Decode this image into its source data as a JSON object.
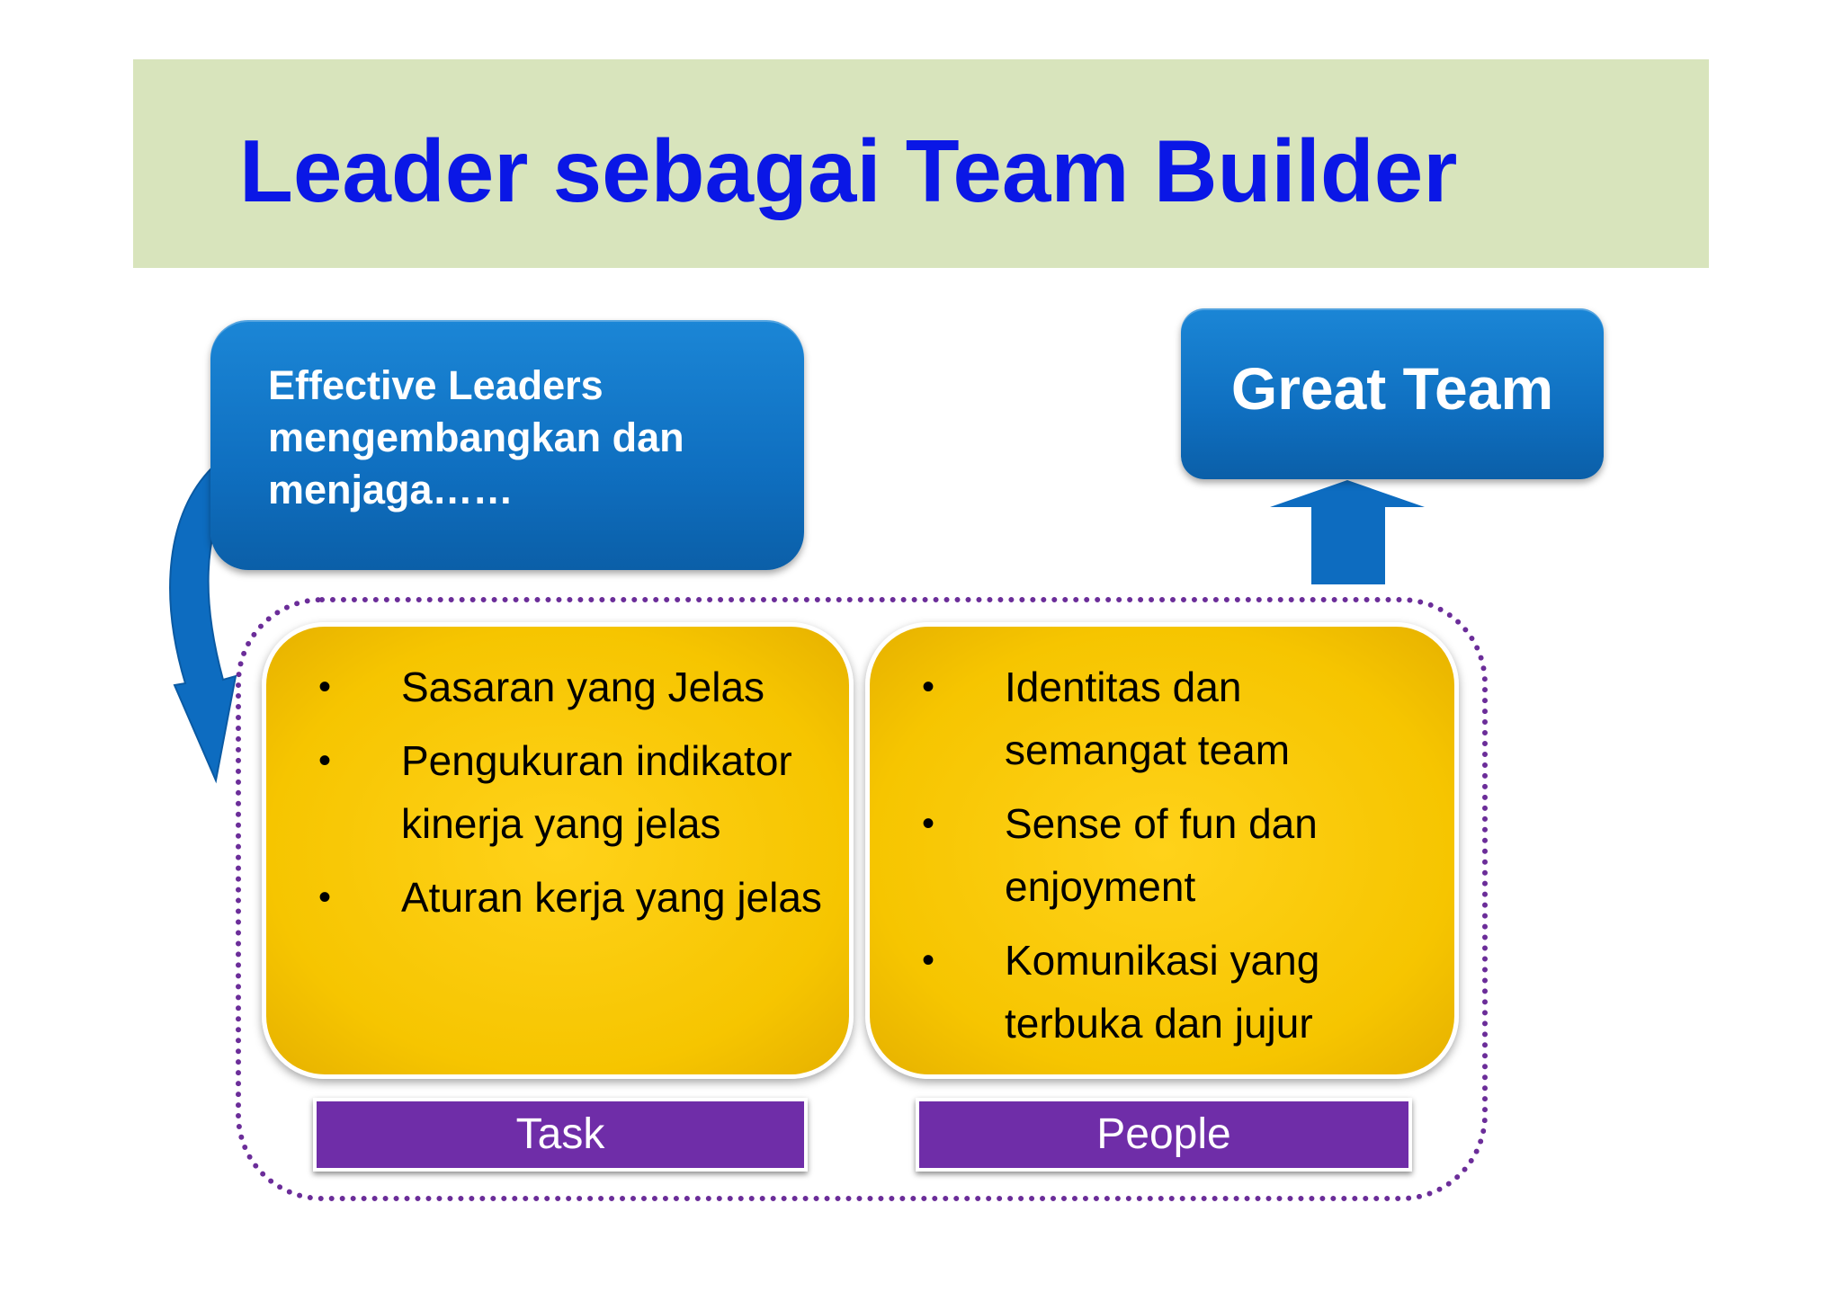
{
  "title": "Leader sebagai Team Builder",
  "leaders_box": {
    "text": "Effective Leaders mengembangkan dan menjaga……"
  },
  "team_box": {
    "text": "Great Team"
  },
  "task_panel": {
    "items": [
      "Sasaran yang Jelas",
      "Pengukuran indikator kinerja yang jelas",
      "Aturan kerja yang jelas"
    ],
    "label": "Task"
  },
  "people_panel": {
    "items": [
      "Identitas dan semangat team",
      "Sense of fun dan enjoyment",
      "Komunikasi yang terbuka dan jujur"
    ],
    "label": "People"
  },
  "bullet_char": "•",
  "colors": {
    "title": "#0a17e6",
    "banner": "#d8e4bc",
    "blue_box": "#0f6fc0",
    "yellow_panel": "#f6c500",
    "purple_label": "#6f2da8",
    "dotted_border": "#6b2d99"
  }
}
